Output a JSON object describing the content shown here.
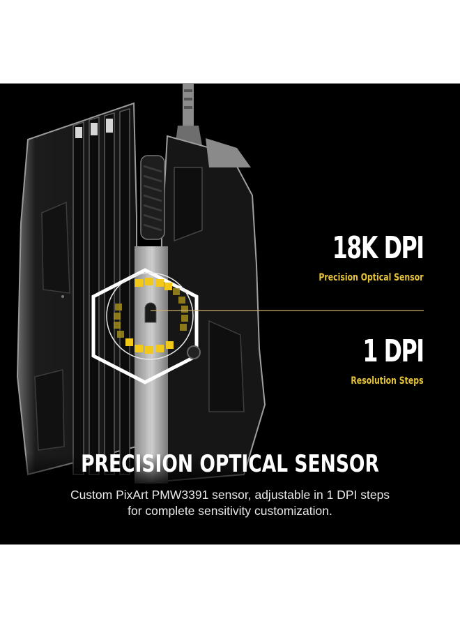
{
  "specs": [
    {
      "value": "18K DPI",
      "label": "Precision Optical Sensor"
    },
    {
      "value": "1 DPI",
      "label": "Resolution Steps"
    }
  ],
  "headline": "PRECISION OPTICAL SENSOR",
  "description": {
    "line1": "Custom PixArt PMW3391 sensor, adjustable in 1 DPI steps",
    "line2": "for complete sensitivity customization."
  },
  "colors": {
    "background": "#000000",
    "accent": "#e6c53a",
    "text": "#ffffff"
  }
}
